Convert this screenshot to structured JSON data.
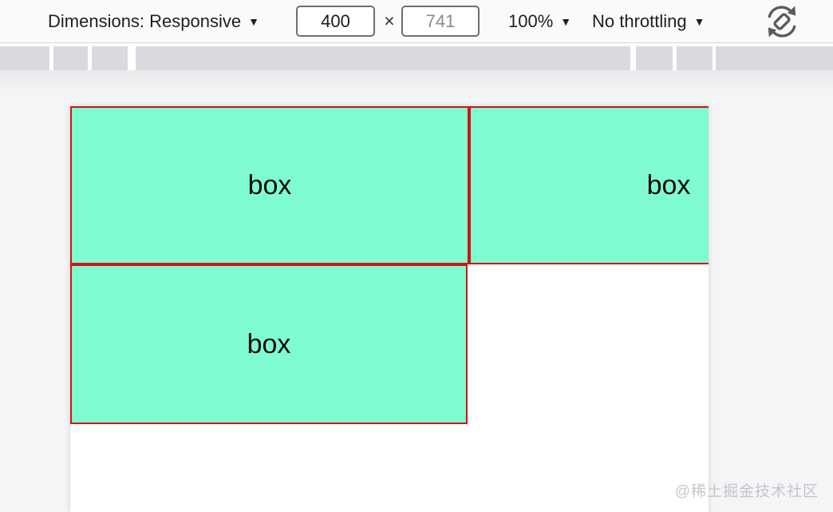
{
  "toolbar": {
    "dimensions_label": "Dimensions: Responsive",
    "width_value": "400",
    "separator": "×",
    "height_value": "741",
    "zoom_value": "100%",
    "throttling_value": "No throttling"
  },
  "icons": {
    "caret_down": "▼",
    "rotate_viewport": "rotate-device-icon"
  },
  "viewport": {
    "boxes": [
      {
        "label": "box"
      },
      {
        "label": "box"
      },
      {
        "label": "box"
      }
    ]
  },
  "watermark": "@稀土掘金技术社区",
  "colors": {
    "box_fill": "#7ffccf",
    "box_border": "#d21414",
    "strip": "#d8dade"
  }
}
